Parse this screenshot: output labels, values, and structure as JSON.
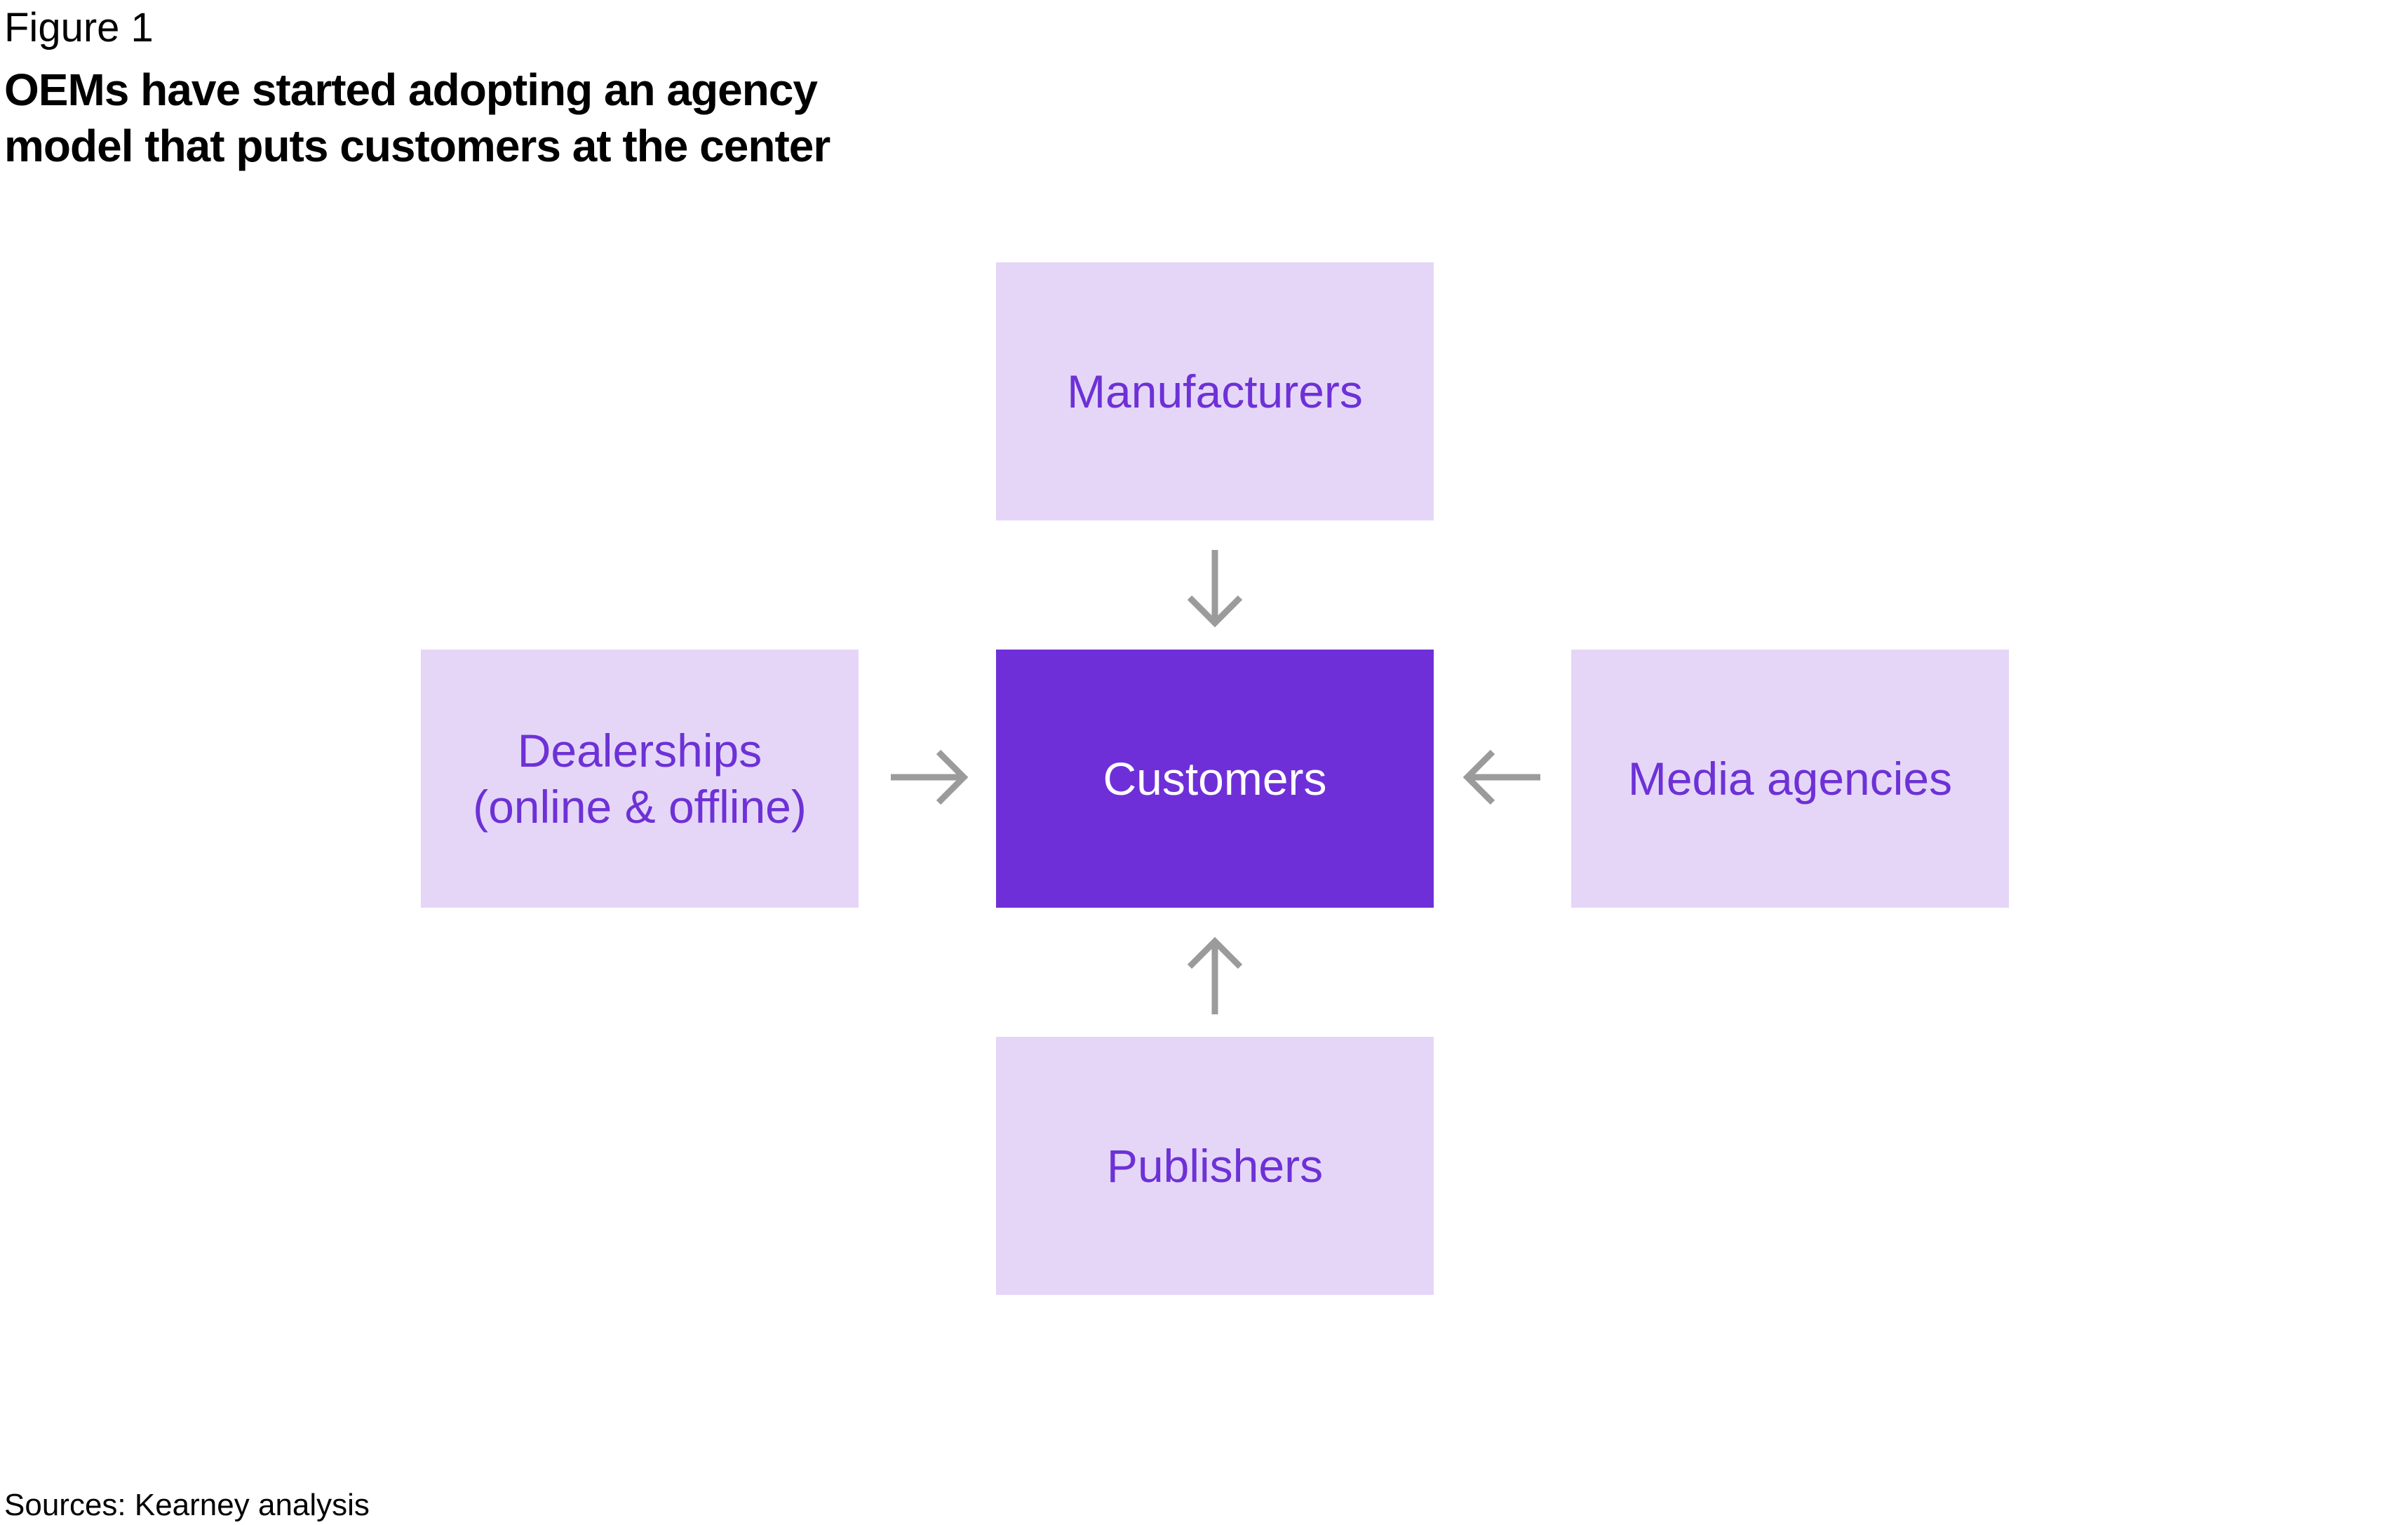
{
  "header": {
    "figure_label": "Figure 1",
    "title_lines": [
      "OEMs have started adopting an agency",
      "model that puts customers at the center"
    ]
  },
  "diagram": {
    "center": {
      "lines": [
        "Customers"
      ]
    },
    "top": {
      "lines": [
        "Manufacturers"
      ]
    },
    "left": {
      "lines": [
        "Dealerships",
        "(online & offline)"
      ]
    },
    "right": {
      "lines": [
        "Media agencies"
      ]
    },
    "bottom": {
      "lines": [
        "Publishers"
      ]
    },
    "colors": {
      "center_fill": "#6f2fd8",
      "center_text": "#ffffff",
      "node_fill": "#e5d6f8",
      "node_text": "#6d31d6",
      "arrow": "#9b9b9b"
    },
    "arrows": [
      {
        "from": "top",
        "to": "center"
      },
      {
        "from": "left",
        "to": "center"
      },
      {
        "from": "right",
        "to": "center"
      },
      {
        "from": "bottom",
        "to": "center"
      }
    ]
  },
  "footer": {
    "source": "Sources: Kearney analysis"
  }
}
